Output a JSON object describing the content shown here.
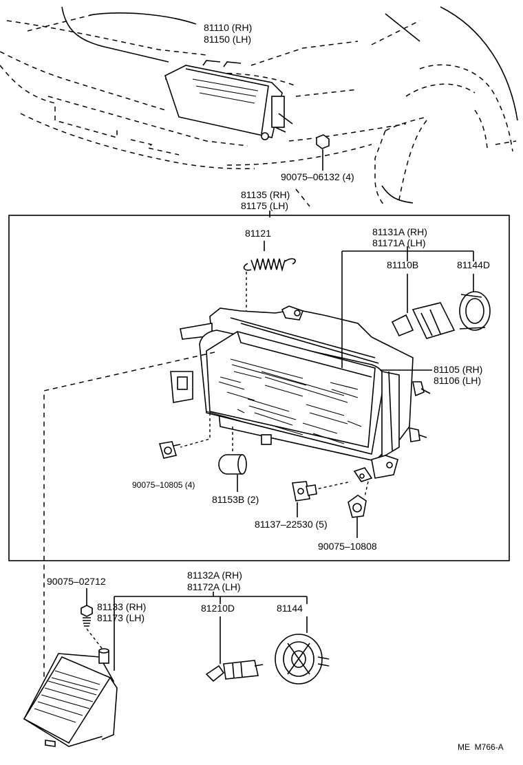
{
  "labels": {
    "headlamp_unit": [
      "81110 (RH)",
      "81150 (LH)"
    ],
    "nut": "90075–06132 (4)",
    "lens_body_assy": [
      "81135 (RH)",
      "81175 (LH)"
    ],
    "spring": "81121",
    "bulb_socket_group": [
      "81131A (RH)",
      "81171A (LH)"
    ],
    "bulb": "81110B",
    "socket_cover": "81144D",
    "housing": [
      "81105 (RH)",
      "81106 (LH)"
    ],
    "clip": "90075–10805 (4)",
    "grommet": "81153B (2)",
    "bracket": "81137–22530 (5)",
    "nut_small": "90075–10808",
    "screw": "90075–02712",
    "side_group": [
      "81132A (RH)",
      "81172A (LH)"
    ],
    "side_lamp": [
      "81133 (RH)",
      "81173 (LH)"
    ],
    "side_bulb": "81210D",
    "side_socket": "81144",
    "figure_code": "ME  M766-A"
  }
}
